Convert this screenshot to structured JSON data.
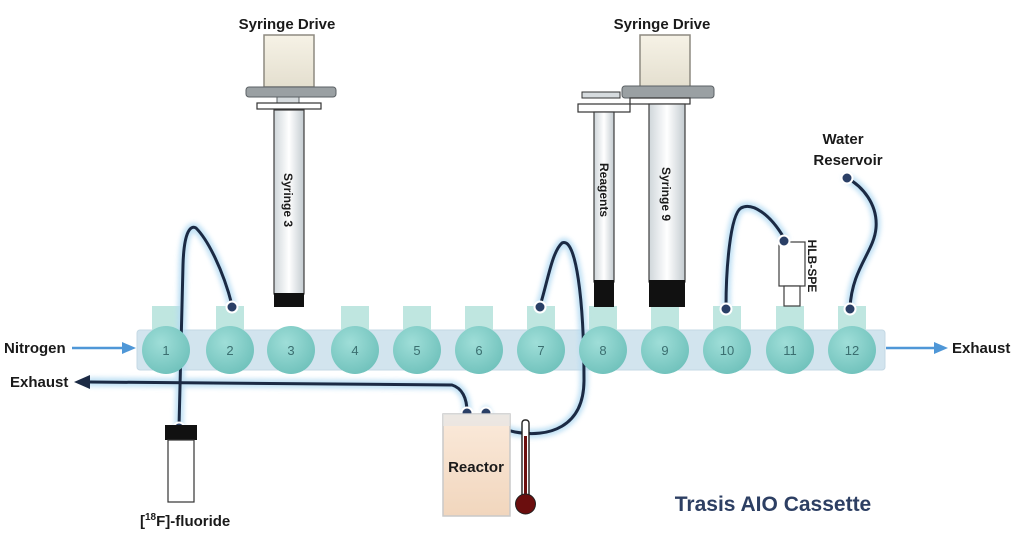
{
  "labels": {
    "syringe_drive_left": "Syringe Drive",
    "syringe_drive_right": "Syringe Drive",
    "syringe3": "Syringe 3",
    "reagents": "Reagents",
    "syringe9": "Syringe 9",
    "water_reservoir_line1": "Water",
    "water_reservoir_line2": "Reservoir",
    "hlb_spe": "HLB-SPE",
    "nitrogen": "Nitrogen",
    "exhaust_right": "Exhaust",
    "exhaust_left": "Exhaust",
    "reactor": "Reactor",
    "fluoride_bracket_open": "[",
    "fluoride_isotope": "18",
    "fluoride_rest": "F]-fluoride",
    "title": "Trasis AIO Cassette"
  },
  "valves": [
    "1",
    "2",
    "3",
    "4",
    "5",
    "6",
    "7",
    "8",
    "9",
    "10",
    "11",
    "12"
  ],
  "colors": {
    "manifold": "#d2e4ee",
    "valve": "#79c9c3",
    "valve_tab": "#bfe6e0",
    "tubing": "#1b2a44",
    "tubing_glow": "#b6dcf3",
    "arrow": "#4f97d7",
    "title": "#2d3f63",
    "reactor": "#f7e2cd",
    "thermometer_bulb": "#6b0e0e"
  }
}
